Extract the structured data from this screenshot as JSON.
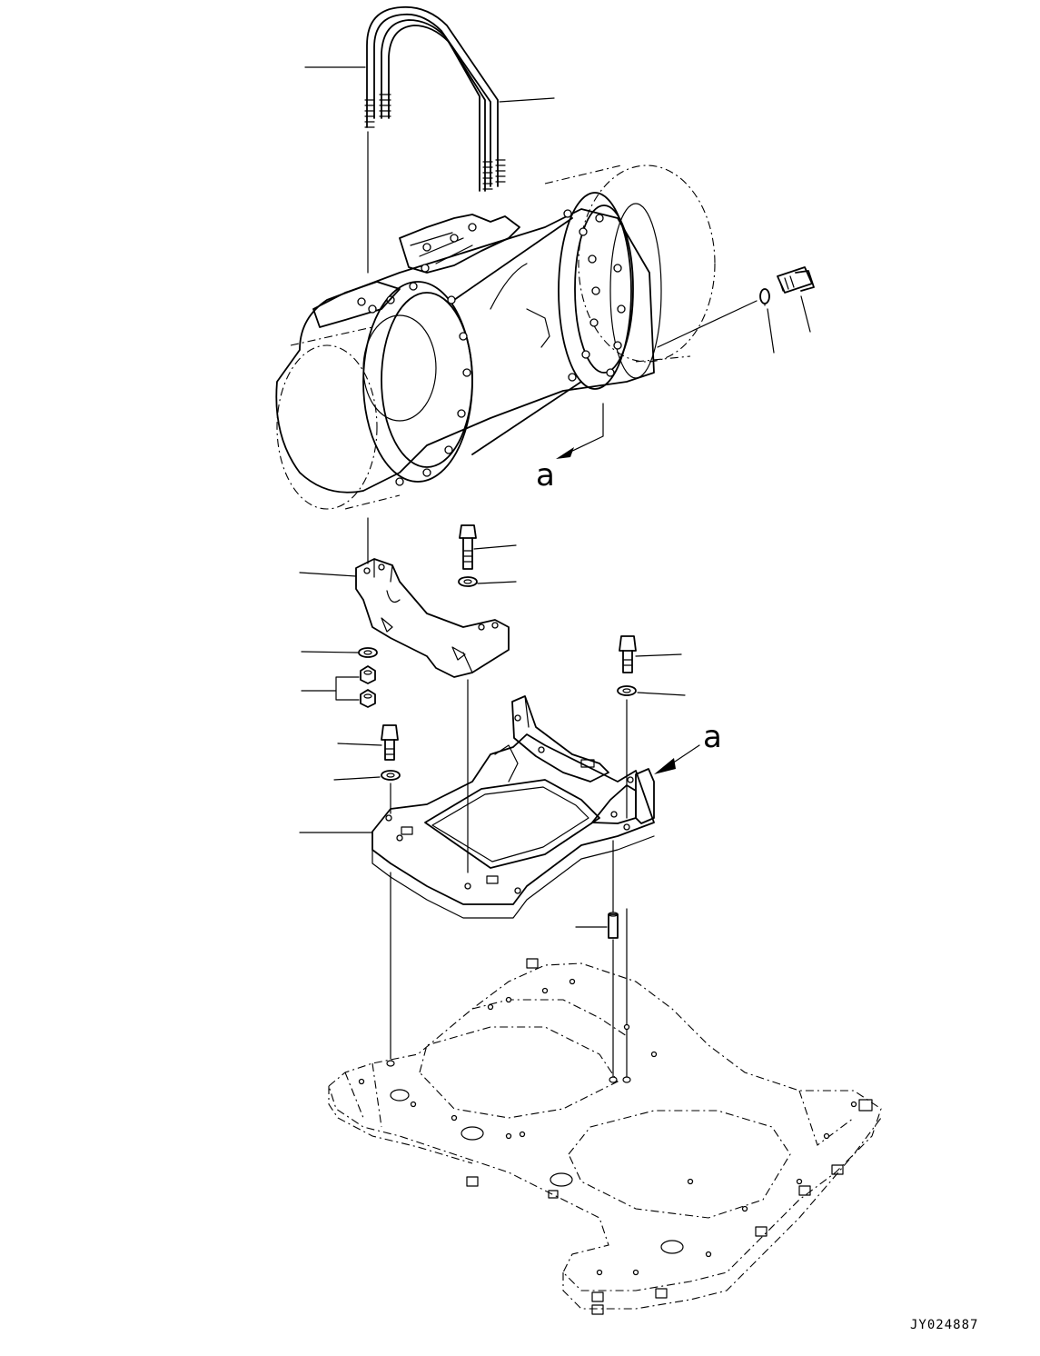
{
  "view_arrow_label_upper": "a",
  "view_arrow_label_lower": "a",
  "drawing_code": "JY024887",
  "line_color": "#000000",
  "background_color": "#ffffff"
}
